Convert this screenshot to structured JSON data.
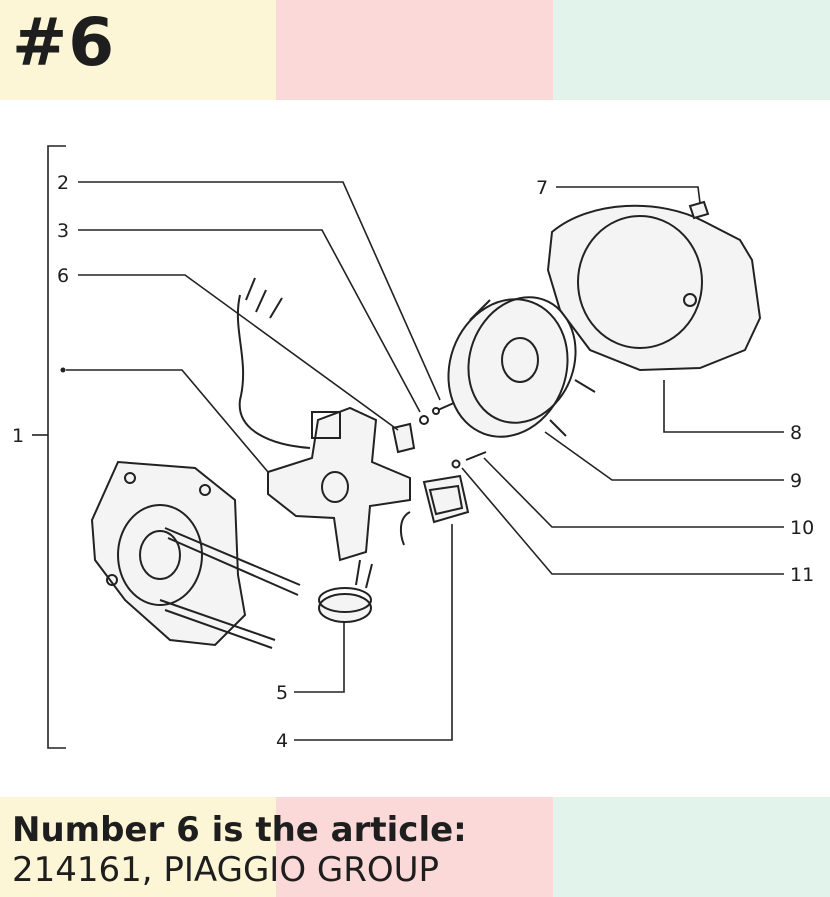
{
  "badge": "#6",
  "caption": {
    "title": "Number 6 is the article:",
    "subtitle": "214161, PIAGGIO GROUP"
  },
  "colors": {
    "band_yellow": "#fdf6d6",
    "band_pink": "#fbd9d9",
    "band_green": "#e2f3ec",
    "ink": "#1e1e1e"
  },
  "diagram": {
    "callouts": [
      {
        "id": "1",
        "label": "1"
      },
      {
        "id": "2",
        "label": "2"
      },
      {
        "id": "3",
        "label": "3"
      },
      {
        "id": "4",
        "label": "4"
      },
      {
        "id": "5",
        "label": "5"
      },
      {
        "id": "6",
        "label": "6"
      },
      {
        "id": "7",
        "label": "7"
      },
      {
        "id": "8",
        "label": "8"
      },
      {
        "id": "9",
        "label": "9"
      },
      {
        "id": "10",
        "label": "10"
      },
      {
        "id": "11",
        "label": "11"
      }
    ]
  }
}
